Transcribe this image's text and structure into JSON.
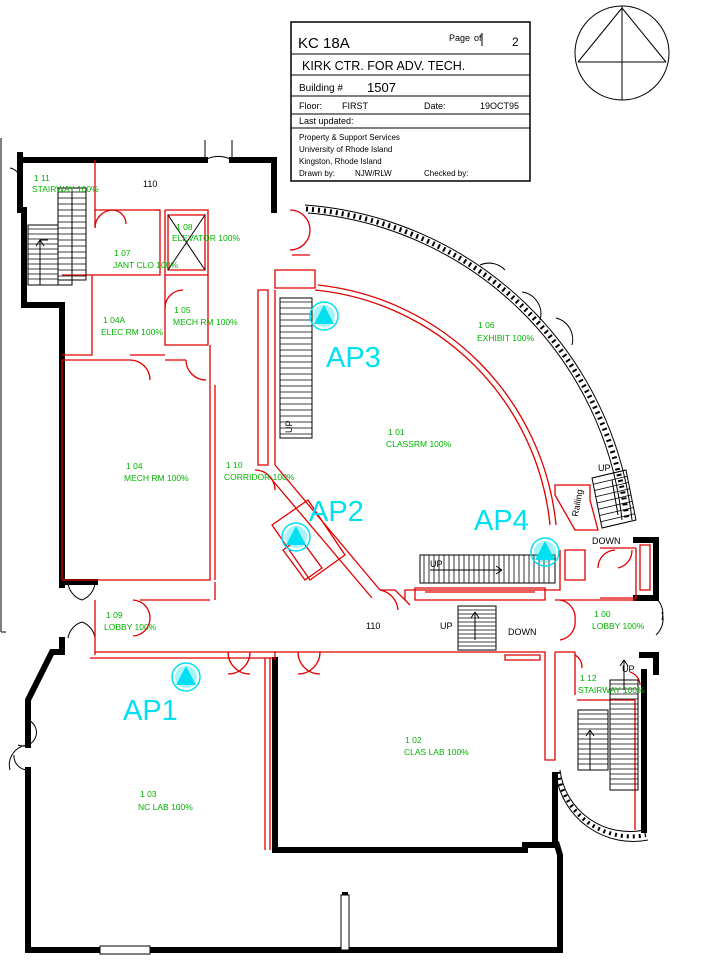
{
  "title_block": {
    "drawing_id": "KC 18A",
    "page_label": "Page",
    "page_of": "of",
    "page_total": "2",
    "building_name": "KIRK CTR. FOR ADV. TECH.",
    "building_label": "Building #",
    "building_number": "1507",
    "floor_label": "Floor:",
    "floor_value": "FIRST",
    "date_label": "Date:",
    "date_value": "19OCT95",
    "last_updated_label": "Last updated:",
    "org_line1": "Property & Support Services",
    "org_line2": "University of Rhode Island",
    "org_line3": "Kingston, Rhode Island",
    "drawn_by_label": "Drawn by:",
    "drawn_by_value": "NJW/RLW",
    "checked_by_label": "Checked by:"
  },
  "rooms": {
    "r111_num": "1 11",
    "r111_name": "STAIRWAY 100%",
    "r110_top": "110",
    "r108_num": "1 08",
    "r108_name": "ELEVATOR 100%",
    "r107_num": "1 07",
    "r107_name": "JANT CLO 100%",
    "r104a_num": "1 04A",
    "r104a_name": "ELEC RM 100%",
    "r105_num": "1 05",
    "r105_name": "MECH RM 100%",
    "r106_num": "1 06",
    "r106_name": "EXHIBIT 100%",
    "r101_num": "1 01",
    "r101_name": "CLASSRM 100%",
    "r104_num": "1 04",
    "r104_name": "MECH RM 100%",
    "r110_num": "1 10",
    "r110_name": "CORRIDOR 100%",
    "r109_num": "1 09",
    "r109_name": "LOBBY 100%",
    "r110_mid": "110",
    "r100_num": "1 00",
    "r100_name": "LOBBY 100%",
    "r112_num": "1 12",
    "r112_name": "STAIRWAY 100%",
    "r102_num": "1 02",
    "r102_name": "CLAS LAB 100%",
    "r103_num": "1 03",
    "r103_name": "NC LAB 100%"
  },
  "access_points": {
    "ap1": "AP1",
    "ap2": "AP2",
    "ap3": "AP3",
    "ap4": "AP4"
  },
  "annotations": {
    "up_1": "UP",
    "up_2": "UP",
    "up_3": "UP",
    "up_4": "UP",
    "up_5": "UP",
    "down_1": "DOWN",
    "down_2": "DOWN",
    "railing": "Railing"
  },
  "colors": {
    "wall": "#000000",
    "partition": "#e00000",
    "room_label": "#00b400",
    "access_point": "#00e0f0"
  }
}
